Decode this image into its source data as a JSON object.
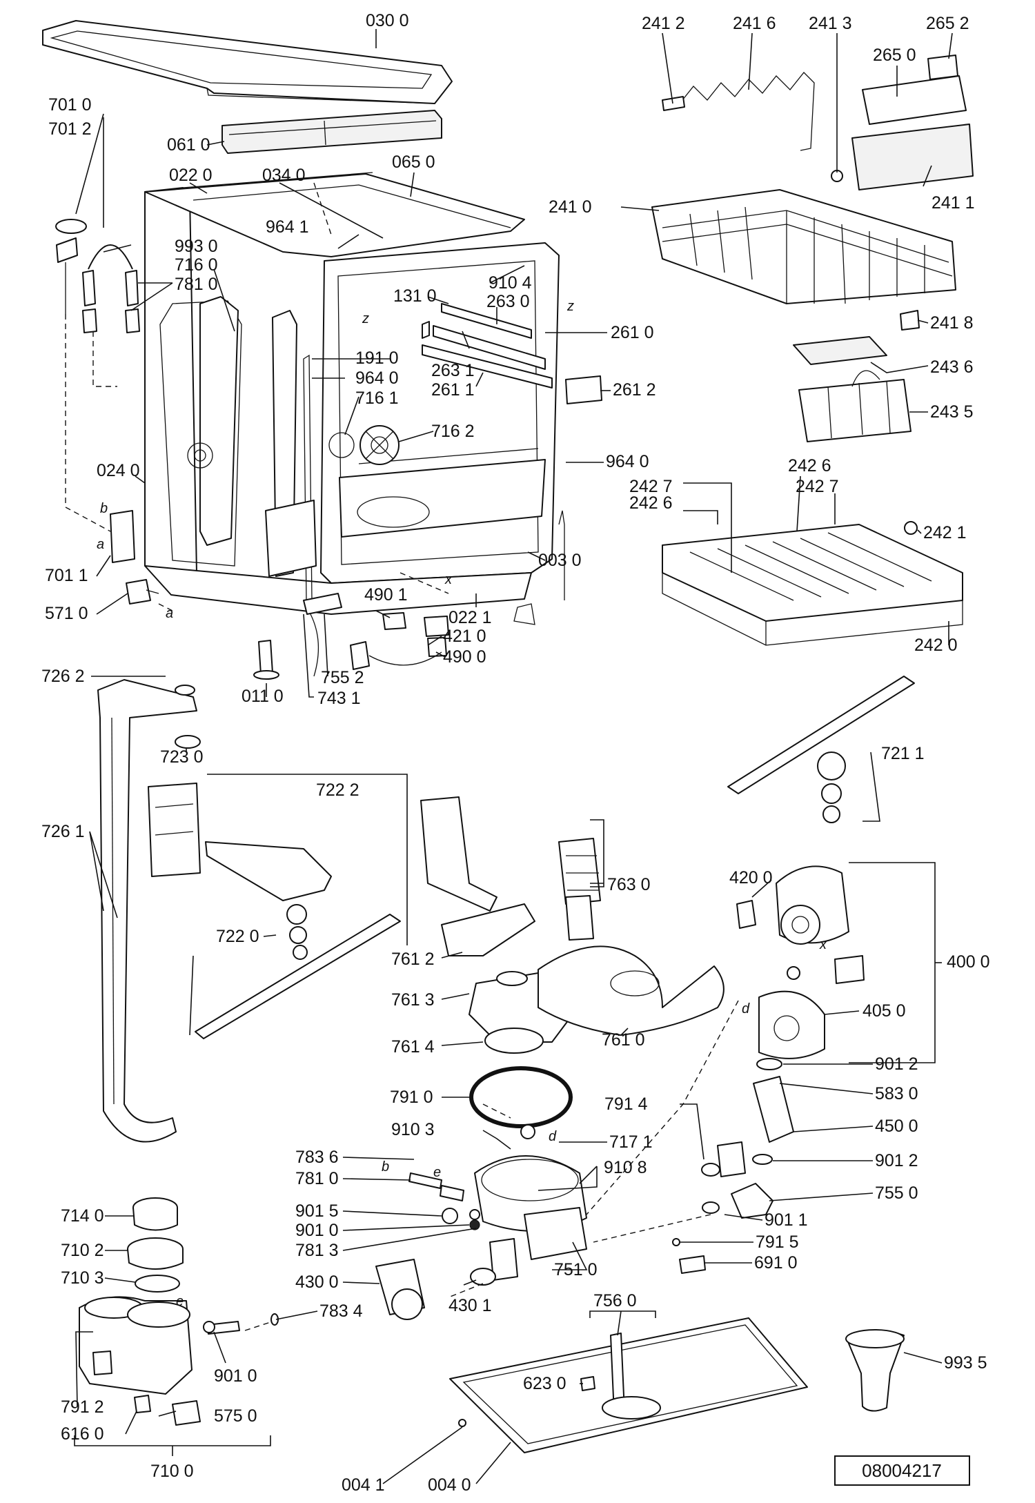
{
  "drawing_number": "08004217",
  "callouts": [
    "030 0",
    "701 0",
    "701 2",
    "061 0",
    "022 0",
    "034 0",
    "065 0",
    "993 0",
    "716 0",
    "781 0",
    "964 1",
    "131 0",
    "910 4",
    "263 0",
    "191 0",
    "964 0",
    "716 1",
    "716 2",
    "024 0",
    "701 1",
    "571 0",
    "490 1",
    "421 0",
    "490 0",
    "022 1",
    "003 0",
    "011 0",
    "755 2",
    "743 1",
    "241 2",
    "241 6",
    "241 3",
    "265 2",
    "265 0",
    "241 0",
    "241 1",
    "241 8",
    "243 6",
    "243 5",
    "261 0",
    "263 1",
    "261 1",
    "261 2",
    "964 0",
    "242 6",
    "242 7",
    "242 7",
    "242 6",
    "242 1",
    "242 0",
    "726 2",
    "723 0",
    "722 2",
    "726 1",
    "722 0",
    "721 1",
    "763 0",
    "420 0",
    "400 0",
    "761 2",
    "761 3",
    "761 4",
    "761 0",
    "405 0",
    "901 2",
    "791 0",
    "583 0",
    "450 0",
    "791 4",
    "910 3",
    "717 1",
    "910 8",
    "783 6",
    "781 0",
    "901 5",
    "901 0",
    "781 3",
    "901 2",
    "755 0",
    "901 1",
    "791 5",
    "751 0",
    "691 0",
    "714 0",
    "710 2",
    "710 3",
    "430 0",
    "430 1",
    "783 4",
    "756 0",
    "901 0",
    "993 5",
    "791 2",
    "575 0",
    "616 0",
    "623 0",
    "710 0",
    "004 1",
    "004 0"
  ],
  "letters": [
    "b",
    "a",
    "a",
    "z",
    "z",
    "x",
    "x",
    "d",
    "d",
    "e",
    "e",
    "b"
  ]
}
